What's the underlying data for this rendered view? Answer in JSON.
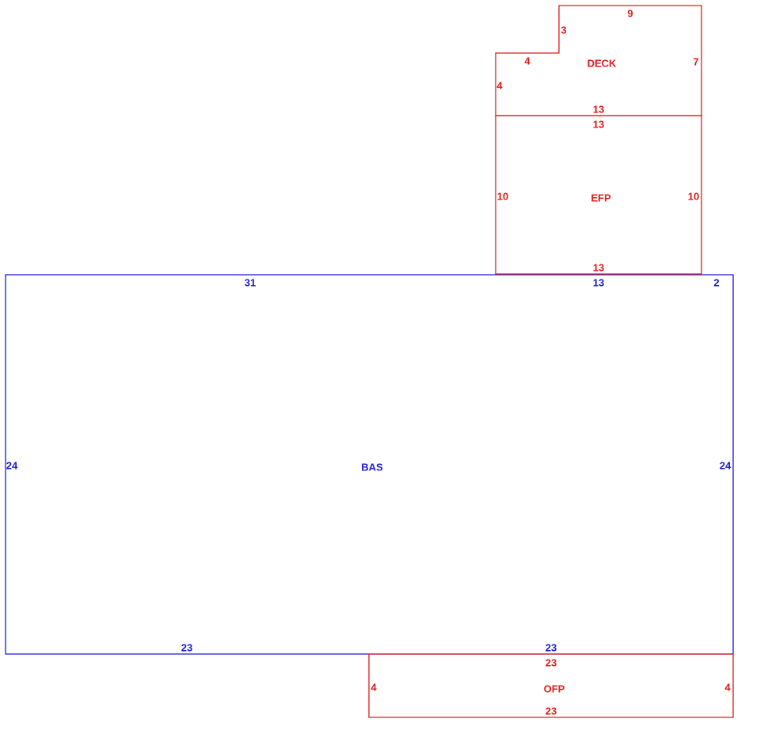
{
  "colors": {
    "main_area": "#1a1ad6",
    "secondary_area": "#e01b1b"
  },
  "areas": {
    "bas": {
      "name": "BAS",
      "edges": {
        "top_left": "31",
        "top_middle": "13",
        "top_right": "2",
        "left": "24",
        "right": "24",
        "bottom_left": "23",
        "bottom_right": "23"
      }
    },
    "efp": {
      "name": "EFP",
      "edges": {
        "top": "13",
        "left": "10",
        "right": "10",
        "bottom": "13"
      }
    },
    "deck": {
      "name": "DECK",
      "edges": {
        "top": "9",
        "notch_vertical": "3",
        "notch_horizontal": "4",
        "left": "4",
        "right": "7",
        "bottom": "13"
      }
    },
    "ofp": {
      "name": "OFP",
      "edges": {
        "top": "23",
        "left": "4",
        "right": "4",
        "bottom": "23"
      }
    }
  }
}
